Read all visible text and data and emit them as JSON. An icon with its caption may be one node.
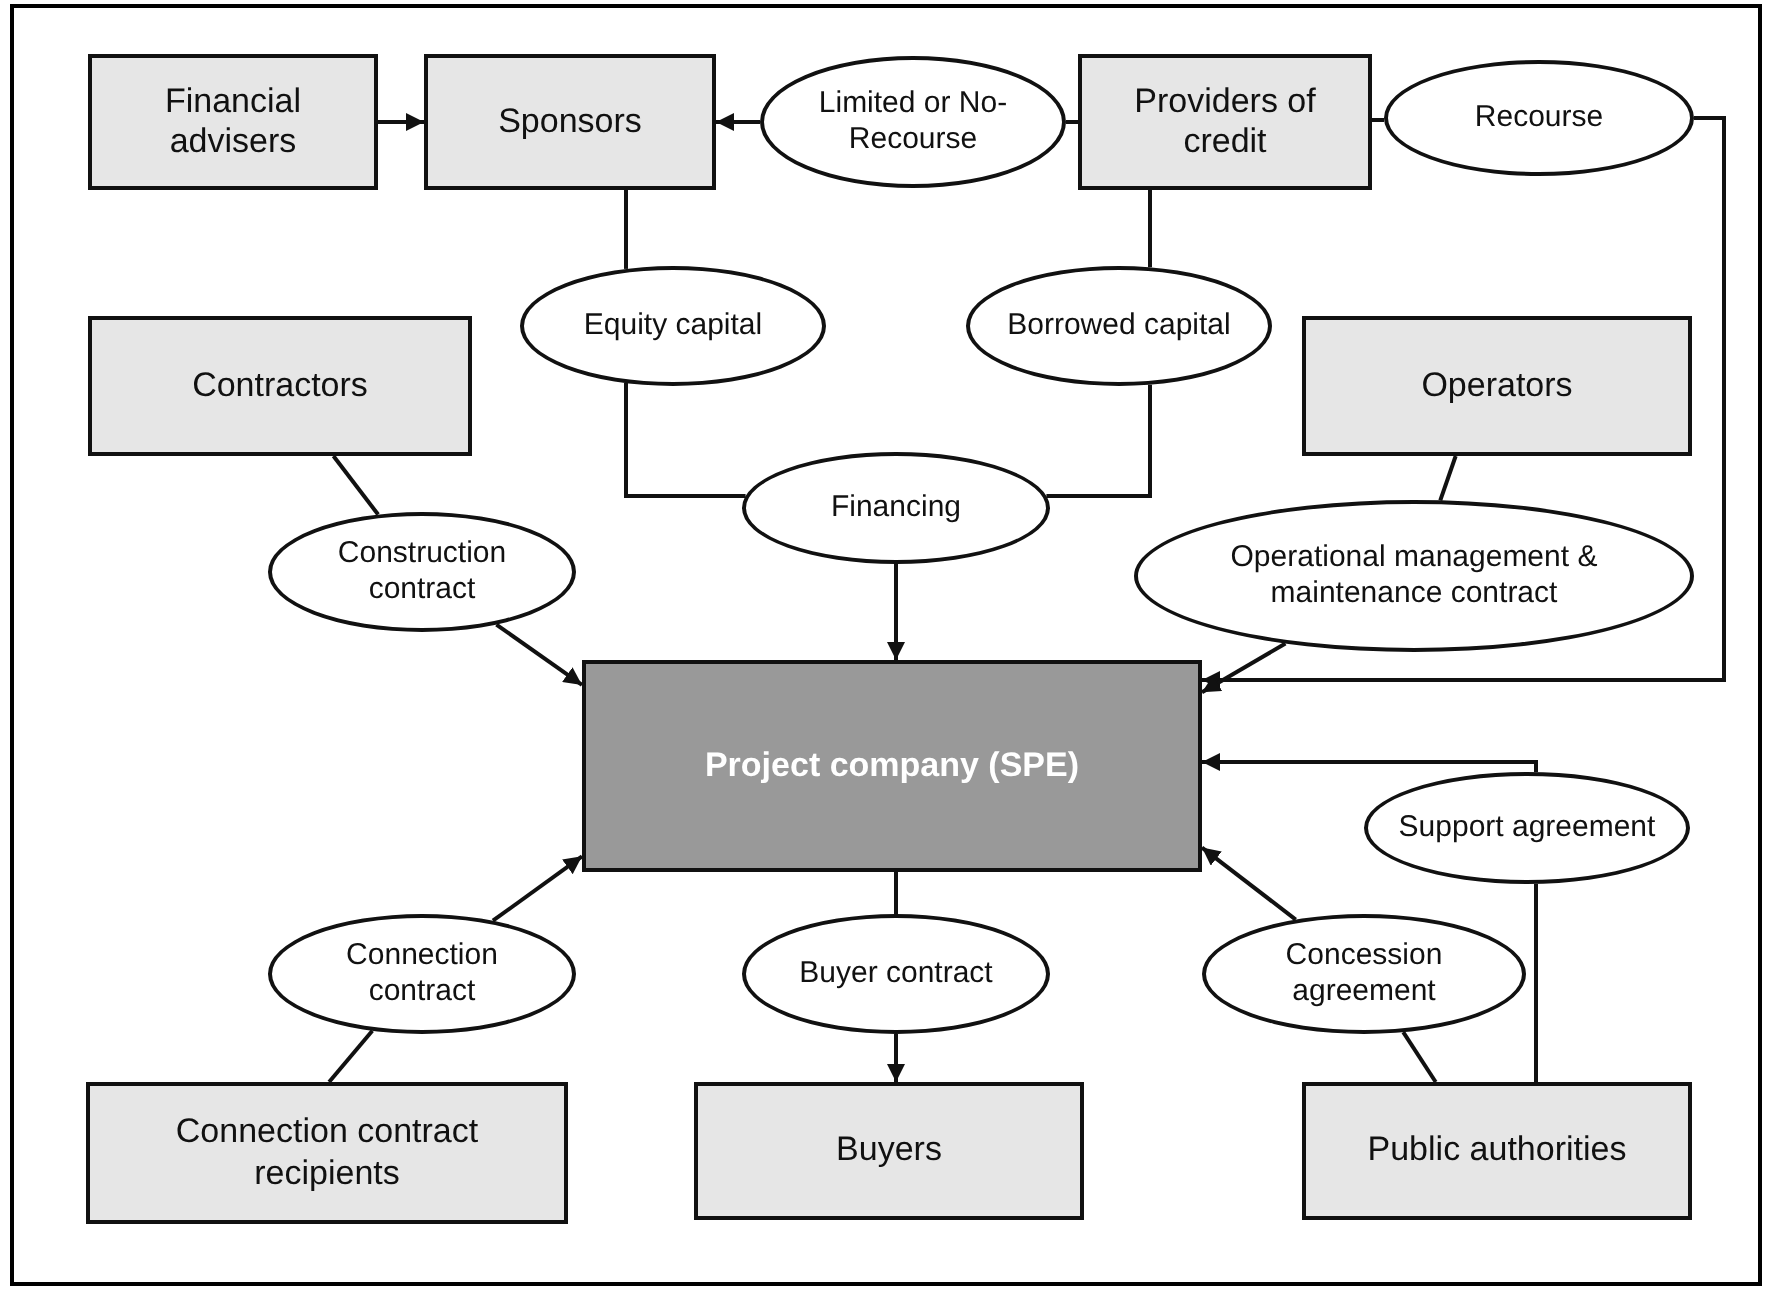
{
  "diagram": {
    "nodes": [
      {
        "text": [
          "Financial advisers"
        ]
      },
      {
        "text": [
          "Sponsors"
        ]
      },
      {
        "text": [
          "Limited or No-Recourse"
        ]
      },
      {
        "text": [
          "Providers of credit"
        ]
      },
      {
        "text": [
          "Recourse"
        ]
      },
      {
        "text": [
          "Equity capital"
        ]
      },
      {
        "text": [
          "Borrowed capital"
        ]
      },
      {
        "text": [
          "Contractors"
        ]
      },
      {
        "text": [
          "Operators"
        ]
      },
      {
        "text": [
          "Financing"
        ]
      },
      {
        "text": [
          "Construction contract"
        ]
      },
      {
        "text": [
          "Operational management & maintenance contract"
        ]
      },
      {
        "text": [
          "Project company (SPE)"
        ]
      },
      {
        "text": [
          "Support agreement"
        ]
      },
      {
        "text": [
          "Connection contract"
        ]
      },
      {
        "text": [
          "Buyer contract"
        ]
      },
      {
        "text": [
          "Concession agreement"
        ]
      },
      {
        "text": [
          "Connection contract recipients"
        ]
      },
      {
        "text": [
          "Buyers"
        ]
      },
      {
        "text": [
          "Public authorities"
        ]
      }
    ],
    "edges": [
      {
        "from": 0,
        "to": 1,
        "arrow": "to"
      },
      {
        "from": 2,
        "to": 1,
        "arrow": "to"
      },
      {
        "from": 3,
        "to": 2,
        "arrow": "none"
      },
      {
        "from": 3,
        "to": 4,
        "arrow": "none"
      },
      {
        "from": 4,
        "to": 12,
        "arrow": "to"
      },
      {
        "from": 1,
        "to": 5,
        "arrow": "none"
      },
      {
        "from": 3,
        "to": 6,
        "arrow": "none"
      },
      {
        "from": 5,
        "to": 9,
        "arrow": "none"
      },
      {
        "from": 6,
        "to": 9,
        "arrow": "none"
      },
      {
        "from": 9,
        "to": 12,
        "arrow": "to"
      },
      {
        "from": 7,
        "to": 10,
        "arrow": "none"
      },
      {
        "from": 10,
        "to": 12,
        "arrow": "to"
      },
      {
        "from": 8,
        "to": 11,
        "arrow": "none"
      },
      {
        "from": 11,
        "to": 12,
        "arrow": "to"
      },
      {
        "from": 13,
        "to": 12,
        "arrow": "to"
      },
      {
        "from": 19,
        "to": 13,
        "arrow": "none"
      },
      {
        "from": 17,
        "to": 14,
        "arrow": "none"
      },
      {
        "from": 14,
        "to": 12,
        "arrow": "to"
      },
      {
        "from": 12,
        "to": 15,
        "arrow": "none"
      },
      {
        "from": 15,
        "to": 18,
        "arrow": "to"
      },
      {
        "from": 19,
        "to": 16,
        "arrow": "none"
      },
      {
        "from": 16,
        "to": 12,
        "arrow": "to"
      }
    ]
  }
}
